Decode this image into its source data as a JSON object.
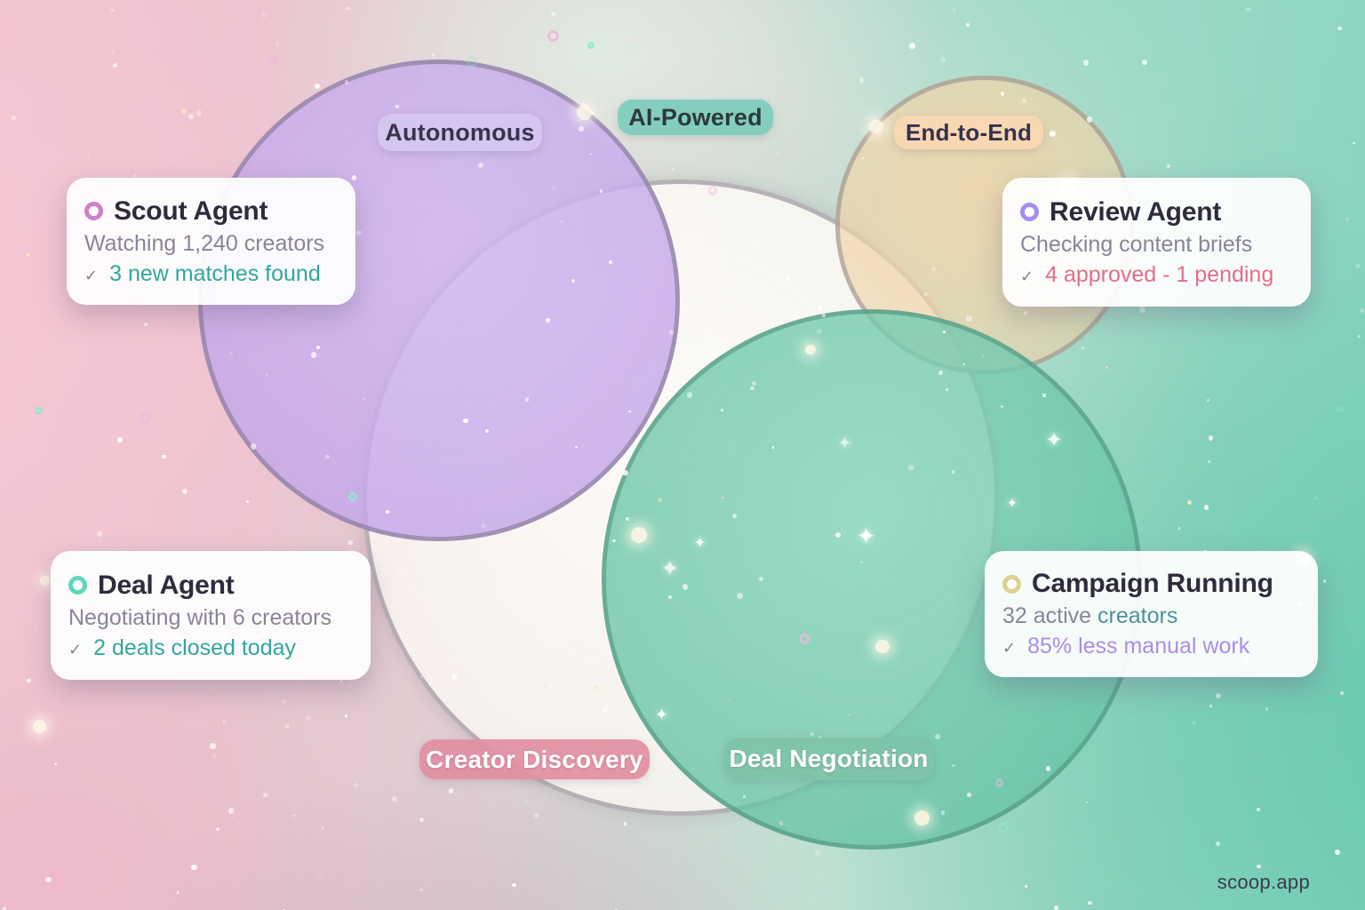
{
  "watermark": "scoop.app",
  "pills": [
    {
      "id": "autonomous",
      "label": "Autonomous",
      "bg": "rgba(213,199,241,0.92)",
      "fg": "#38344e"
    },
    {
      "id": "ai-powered",
      "label": "AI-Powered",
      "bg": "rgba(127,204,189,0.95)",
      "fg": "#2c3a38"
    },
    {
      "id": "end-to-end",
      "label": "End-to-End",
      "bg": "rgba(249,215,178,0.95)",
      "fg": "#333250"
    },
    {
      "id": "creator-discovery",
      "label": "Creator Discovery",
      "bg": "rgba(225,143,162,0.94)",
      "fg": "#ffffff"
    },
    {
      "id": "deal-negotiation",
      "label": "Deal Negotiation",
      "bg": "rgba(126,196,169,0.94)",
      "fg": "#ffffff"
    }
  ],
  "cards": [
    {
      "id": "scout-agent",
      "title": "Scout Agent",
      "subtitle_prefix": "Watching 1,240 creators",
      "subtitle_highlight": "",
      "check_glyph": "✓",
      "status": "3 new matches found",
      "dot_color": "#d17fc9",
      "status_color": "#2ea99b",
      "highlight_color": ""
    },
    {
      "id": "review-agent",
      "title": "Review Agent",
      "subtitle_prefix": "Checking content briefs",
      "subtitle_highlight": "",
      "check_glyph": "✓",
      "status": "4 approved - 1 pending",
      "dot_color": "#a78df0",
      "status_color": "#e56d88",
      "highlight_color": ""
    },
    {
      "id": "deal-agent",
      "title": "Deal Agent",
      "subtitle_prefix": "Negotiating with 6 creators",
      "subtitle_highlight": "",
      "check_glyph": "✓",
      "status": "2 deals closed today",
      "dot_color": "#5fd6bb",
      "status_color": "#2ea99b",
      "highlight_color": ""
    },
    {
      "id": "campaign-running",
      "title": "Campaign Running",
      "subtitle_prefix": "32 active ",
      "subtitle_highlight": "creators",
      "check_glyph": "✓",
      "status": "85% less manual work",
      "dot_color": "#dcd18f",
      "status_color": "#ae8be8",
      "highlight_color": "#4f919b"
    }
  ],
  "circles": [
    {
      "id": "white-circle",
      "fill_center": "rgba(255,253,250,0.95)",
      "fill_edge": "rgba(247,242,237,0.85)",
      "border": "rgba(118,111,125,0.5)"
    },
    {
      "id": "orange-circle",
      "fill_center": "rgba(245,214,168,0.82)",
      "fill_edge": "rgba(233,211,170,0.6)",
      "border": "rgba(125,117,128,0.45)"
    },
    {
      "id": "purple-circle",
      "fill_center": "rgba(208,185,240,0.88)",
      "fill_edge": "rgba(192,162,231,0.82)",
      "border": "rgba(116,107,126,0.5)"
    },
    {
      "id": "teal-circle",
      "fill_center": "rgba(132,212,186,0.82)",
      "fill_edge": "rgba(96,190,161,0.78)",
      "border": "rgba(77,142,121,0.55)"
    }
  ]
}
